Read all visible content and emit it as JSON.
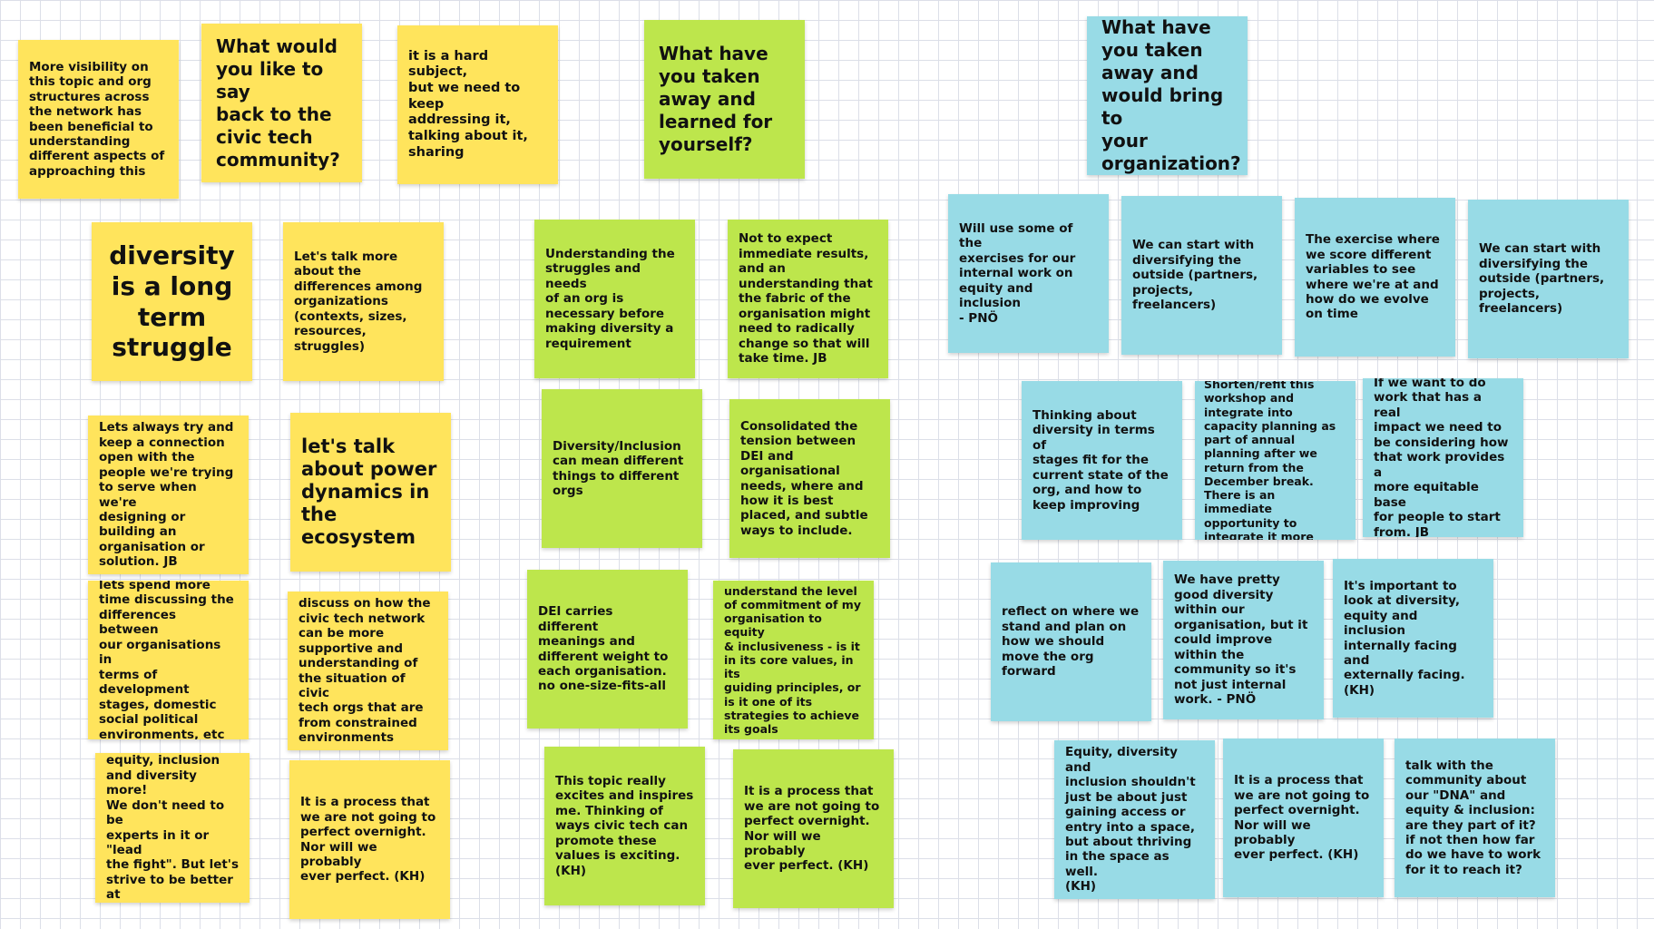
{
  "board": {
    "colors": {
      "yellow": "#ffe45c",
      "green": "#bde64c",
      "blue": "#98dbe6",
      "grid": "#dcdfe8"
    },
    "notes": [
      {
        "text": "More visibility on\nthis topic and org\nstructures across\nthe network has\nbeen beneficial to\nunderstanding\ndifferent aspects of\napproaching this"
      },
      {
        "text": "What would\nyou like to say\nback to the\ncivic tech\ncommunity?"
      },
      {
        "text": "it is a hard subject,\nbut we need to keep\naddressing it,\ntalking about it,\nsharing"
      },
      {
        "text": "What have\nyou taken\naway and\nlearned for\nyourself?"
      },
      {
        "text": "What have\nyou taken\naway and\nwould bring to\nyour\norganization?"
      },
      {
        "text": "diversity\nis a long\nterm\nstruggle"
      },
      {
        "text": "Let's talk more\nabout the\ndifferences among\norganizations\n(contexts, sizes,\nresources,\nstruggles)"
      },
      {
        "text": "Understanding the\nstruggles and needs\nof an org is\nnecessary before\nmaking diversity a\nrequirement"
      },
      {
        "text": "Not to expect\nimmediate results,\nand an\nunderstanding that\nthe fabric of the\norganisation might\nneed to radically\nchange so that will\ntake time. JB"
      },
      {
        "text": "Will use some of the\nexercises for our\ninternal work on\nequity and inclusion\n- PNÖ"
      },
      {
        "text": "We can start with\ndiversifying the\noutside (partners,\nprojects,\nfreelancers)"
      },
      {
        "text": "The exercise where\nwe score different\nvariables to see\nwhere we're at and\nhow do we evolve\non time"
      },
      {
        "text": "We can start with\ndiversifying the\noutside (partners,\nprojects,\nfreelancers)"
      },
      {
        "text": "Lets always try and\nkeep a connection\nopen with the\npeople we're trying\nto serve when we're\ndesigning or\nbuilding an\norganisation or\nsolution. JB"
      },
      {
        "text": "let's talk\nabout power\ndynamics in\nthe ecosystem"
      },
      {
        "text": "Diversity/Inclusion\ncan mean different\nthings to different\norgs"
      },
      {
        "text": "Consolidated the\ntension between\nDEI and\norganisational\nneeds, where and\nhow it is best\nplaced, and subtle\nways to include."
      },
      {
        "text": "Thinking about\ndiversity in terms of\nstages fit for the\ncurrent state of the\norg, and how to\nkeep improving"
      },
      {
        "text": "Shorten/refit this\nworkshop and\nintegrate into\ncapacity planning as\npart of annual\nplanning after we\nreturn from the\nDecember break.\nThere is an immediate\nopportunity to\nintegrate it more"
      },
      {
        "text": "If we want to do\nwork that has a real\nimpact we need to\nbe considering how\nthat work provides a\nmore equitable base\nfor people to start\nfrom. JB"
      },
      {
        "text": "lets spend more\ntime discussing the\ndifferences between\nour organisations in\nterms of\ndevelopment\nstages, domestic\nsocial political\nenvironments, etc"
      },
      {
        "text": "discuss on how the\ncivic tech network\ncan be more\nsupportive and\nunderstanding of\nthe situation of civic\ntech orgs that are\nfrom constrained\nenvironments"
      },
      {
        "text": "DEI carries different\nmeanings and\ndifferent weight to\neach organisation.\nno one-size-fits-all"
      },
      {
        "text": "understand the level\nof commitment of my\norganisation to equity\n& inclusiveness - is it\nin its core values, in its\nguiding principles, or\nis it one of its\nstrategies to achieve\nits goals"
      },
      {
        "text": "reflect on where we\nstand and plan on\nhow we should\nmove the org\nforward"
      },
      {
        "text": "We have pretty\ngood diversity\nwithin our\norganisation, but it\ncould improve\nwithin the\ncommunity so it's\nnot just internal\nwork. - PNÖ"
      },
      {
        "text": "It's important to\nlook at diversity,\nequity and inclusion\ninternally facing and\nexternally facing.\n(KH)"
      },
      {
        "text": "Let's talk about\nequity, inclusion\nand diversity more!\nWe don't need to be\nexperts in it or \"lead\nthe fight\". But let's\nstrive to be better at\nit regularly. (KH)"
      },
      {
        "text": "It is a process that\nwe are not going to\nperfect overnight.\nNor will we probably\never perfect. (KH)"
      },
      {
        "text": "This topic really\nexcites and inspires\nme. Thinking of\nways civic tech can\npromote these\nvalues is exciting.\n(KH)"
      },
      {
        "text": "It is a process that\nwe are not going to\nperfect overnight.\nNor will we probably\never perfect. (KH)"
      },
      {
        "text": "Equity, diversity and\ninclusion shouldn't\njust be about just\ngaining access or\nentry into a space,\nbut about thriving\nin the space as well.\n(KH)"
      },
      {
        "text": "It is a process that\nwe are not going to\nperfect overnight.\nNor will we probably\never perfect. (KH)"
      },
      {
        "text": "talk with the\ncommunity about\nour \"DNA\" and\nequity & inclusion:\nare they part of it?\nif not then how far\ndo we have to work\nfor it to reach it?"
      }
    ]
  }
}
